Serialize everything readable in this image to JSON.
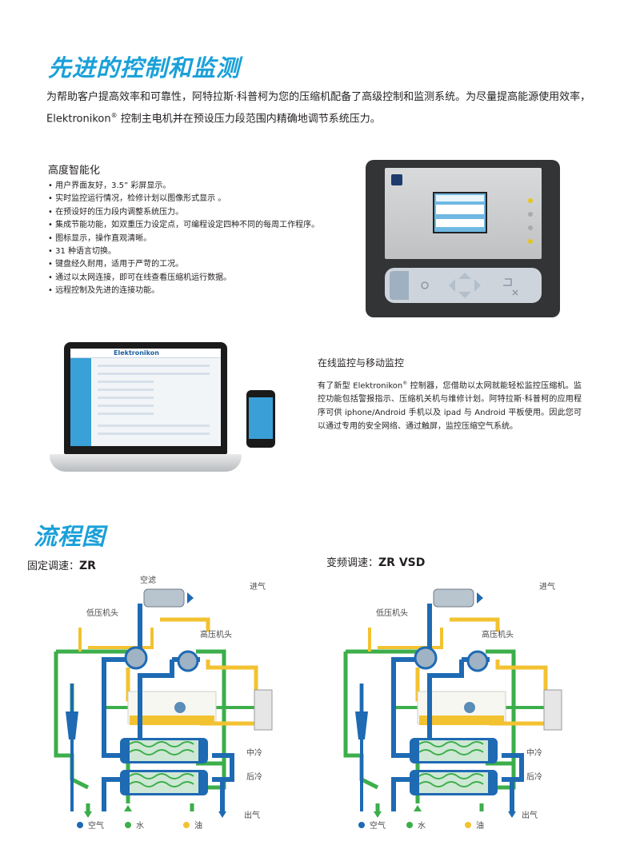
{
  "section1": {
    "title": "先进的控制和监测",
    "intro_part1": "为帮助客户提高效率和可靠性，阿特拉斯·科普柯为您的压缩机配备了高级控制和监测系统。为尽量提高能源使用效率，Elektronikon",
    "intro_reg": "®",
    "intro_part2": " 控制主电机并在预设压力段范围内精确地调节系统压力。"
  },
  "features": {
    "title": "高度智能化",
    "items": [
      "用户界面友好，3.5” 彩屏显示。",
      "实时监控运行情况，检修计划以图像形式显示 。",
      "在预设好的压力段内调整系统压力。",
      "集成节能功能，如双重压力设定点，可编程设定四种不同的每周工作程序。",
      "图标显示，操作直观清晰。",
      "31 种语言切换。",
      "键盘经久耐用，适用于严苛的工况。",
      "通过以太网连接，即可在线查看压缩机运行数据。",
      "远程控制及先进的连接功能。"
    ]
  },
  "laptop_screen": {
    "brand": "Elektronikon"
  },
  "online": {
    "title": "在线监控与移动监控",
    "text_part1": "有了新型 Elektronikon",
    "text_reg": "®",
    "text_part2": " 控制器，您借助以太网就能轻松监控压缩机。监控功能包括警报指示、压缩机关机与维修计划。阿特拉斯·科普柯的应用程序可供 iphone/Android 手机以及 ipad 与 Android 平板使用。因此您可以通过专用的安全网络、通过触屏，监控压缩空气系统。"
  },
  "section2": {
    "title": "流程图"
  },
  "diagram_zr": {
    "label_prefix": "固定调速：",
    "label_model": "ZR"
  },
  "diagram_vsd": {
    "label_prefix": "变频调速：",
    "label_model": "ZR VSD"
  },
  "diagram_labels": {
    "air_filter": "空滤",
    "air_in": "进气",
    "lp_element": "低压机头",
    "hp_element": "高压机头",
    "intercooler": "中冷",
    "aftercooler": "后冷",
    "air_out": "出气"
  },
  "legend": [
    {
      "label": "空气",
      "color": "#1e6ab3"
    },
    {
      "label": "水",
      "color": "#3cae4a"
    },
    {
      "label": "油",
      "color": "#f2c230"
    }
  ],
  "colors": {
    "accent": "#1aa0d8",
    "air": "#1e6ab3",
    "water": "#3cae4a",
    "oil": "#f2c230"
  }
}
